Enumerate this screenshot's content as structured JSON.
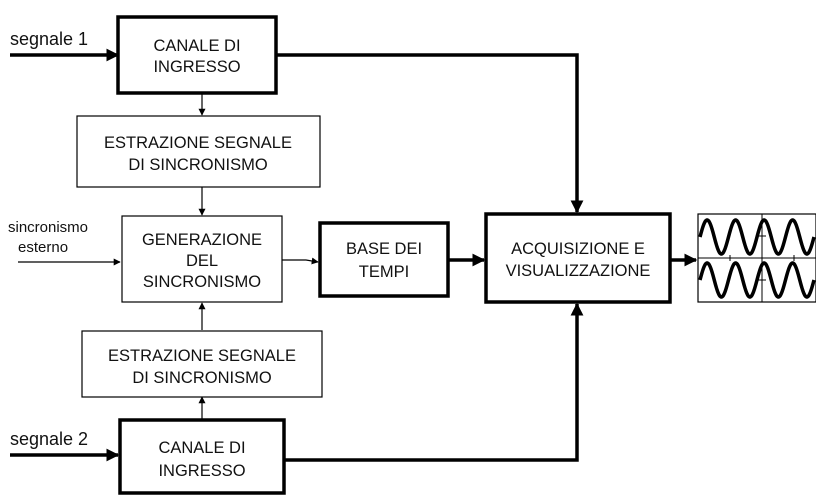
{
  "blocks": {
    "input_channel_1": {
      "line1": "CANALE DI",
      "line2": "INGRESSO"
    },
    "sync_extraction_1": {
      "line1": "ESTRAZIONE SEGNALE",
      "line2": "DI SINCRONISMO"
    },
    "sync_generation": {
      "line1": "GENERAZIONE",
      "line2": "DEL",
      "line3": "SINCRONISMO"
    },
    "timebase": {
      "line1": "BASE DEI",
      "line2": "TEMPI"
    },
    "acquisition_display": {
      "line1": "ACQUISIZIONE E",
      "line2": "VISUALIZZAZIONE"
    },
    "sync_extraction_2": {
      "line1": "ESTRAZIONE SEGNALE",
      "line2": "DI SINCRONISMO"
    },
    "input_channel_2": {
      "line1": "CANALE DI",
      "line2": "INGRESSO"
    }
  },
  "inputs": {
    "signal_1": "segnale 1",
    "signal_2": "segnale 2",
    "external_sync_line1": "sincronismo",
    "external_sync_line2": "esterno"
  },
  "display": {
    "icon": "oscilloscope-screen-icon",
    "traces": 2,
    "cycles_per_trace": 4
  },
  "colors": {
    "stroke": "#000000",
    "background": "#ffffff"
  }
}
